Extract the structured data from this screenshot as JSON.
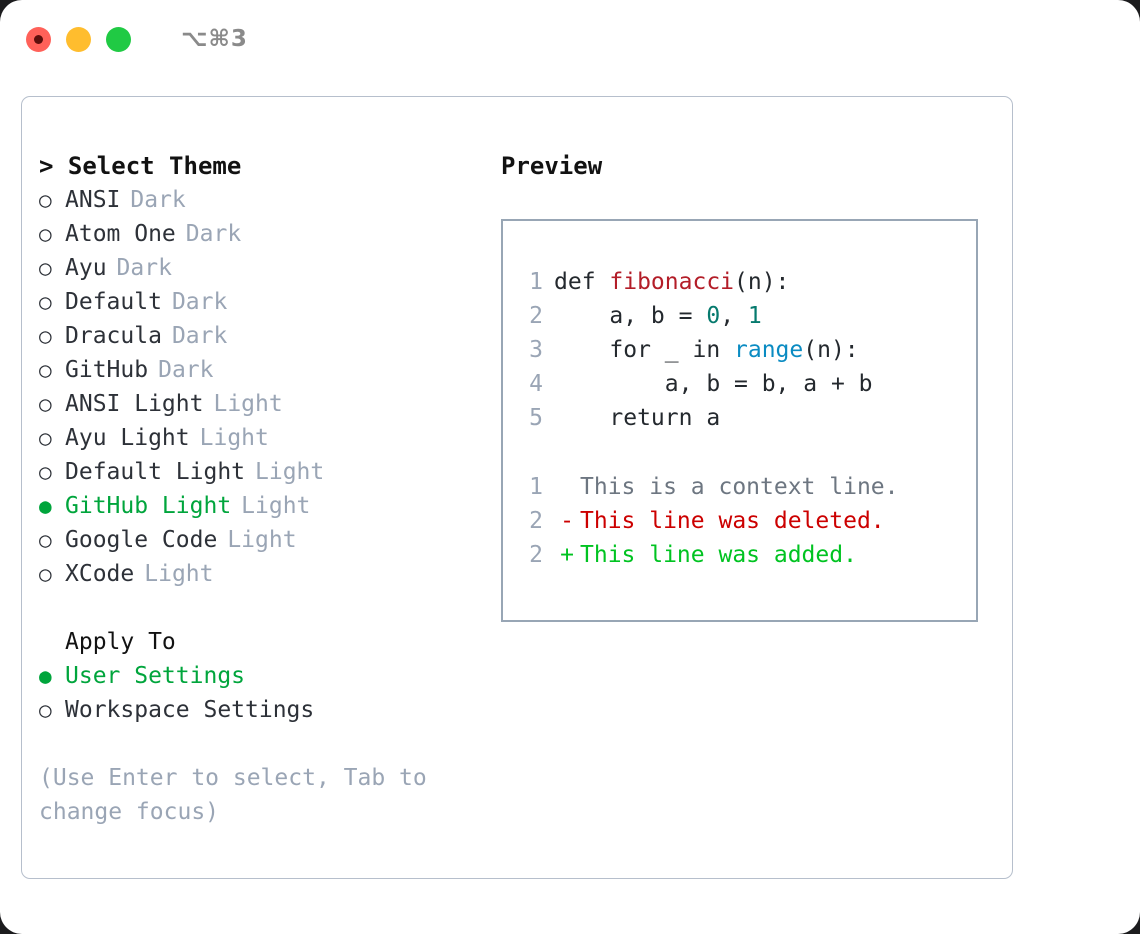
{
  "window": {
    "shortcut": "⌥⌘3",
    "traffic_lights": [
      {
        "name": "close",
        "color": "#ff6159"
      },
      {
        "name": "minimize",
        "color": "#ffbd2e"
      },
      {
        "name": "zoom",
        "color": "#20ca44"
      }
    ]
  },
  "theme_picker": {
    "heading": "> Select Theme",
    "bullet_unselected": "○",
    "bullet_selected": "●",
    "selected_color": "#00a53c",
    "items": [
      {
        "label": "ANSI",
        "kind": "Dark",
        "selected": false
      },
      {
        "label": "Atom One",
        "kind": "Dark",
        "selected": false
      },
      {
        "label": "Ayu",
        "kind": "Dark",
        "selected": false
      },
      {
        "label": "Default",
        "kind": "Dark",
        "selected": false
      },
      {
        "label": "Dracula",
        "kind": "Dark",
        "selected": false
      },
      {
        "label": "GitHub",
        "kind": "Dark",
        "selected": false
      },
      {
        "label": "ANSI Light",
        "kind": "Light",
        "selected": false
      },
      {
        "label": "Ayu Light",
        "kind": "Light",
        "selected": false
      },
      {
        "label": "Default Light",
        "kind": "Light",
        "selected": false
      },
      {
        "label": "GitHub Light",
        "kind": "Light",
        "selected": true
      },
      {
        "label": "Google Code",
        "kind": "Light",
        "selected": false
      },
      {
        "label": "XCode",
        "kind": "Light",
        "selected": false
      }
    ]
  },
  "apply_to": {
    "heading": "Apply To",
    "items": [
      {
        "label": "User Settings",
        "selected": true
      },
      {
        "label": "Workspace Settings",
        "selected": false
      }
    ]
  },
  "hint": "(Use Enter to select, Tab to change focus)",
  "preview": {
    "title": "Preview",
    "code_lines": [
      {
        "number": "1",
        "tokens": [
          {
            "text": "def ",
            "type": "plain"
          },
          {
            "text": "fibonacci",
            "type": "func"
          },
          {
            "text": "(n):",
            "type": "plain"
          }
        ]
      },
      {
        "number": "2",
        "tokens": [
          {
            "text": "    a, b = ",
            "type": "plain"
          },
          {
            "text": "0",
            "type": "num"
          },
          {
            "text": ", ",
            "type": "plain"
          },
          {
            "text": "1",
            "type": "num"
          }
        ]
      },
      {
        "number": "3",
        "tokens": [
          {
            "text": "    for _ in ",
            "type": "plain"
          },
          {
            "text": "range",
            "type": "builtin"
          },
          {
            "text": "(n):",
            "type": "plain"
          }
        ]
      },
      {
        "number": "4",
        "tokens": [
          {
            "text": "        a, b = b, a + b",
            "type": "plain"
          }
        ]
      },
      {
        "number": "5",
        "tokens": [
          {
            "text": "    return a",
            "type": "plain"
          }
        ]
      }
    ],
    "diff_lines": [
      {
        "number": "1",
        "marker": " ",
        "text": "This is a context line.",
        "type": "context"
      },
      {
        "number": "2",
        "marker": "-",
        "text": "This line was deleted.",
        "type": "del"
      },
      {
        "number": "2",
        "marker": "+",
        "text": "This line was added.",
        "type": "add"
      }
    ]
  },
  "colors": {
    "panel_border": "#b6bfcc",
    "preview_border": "#98a6b5",
    "muted_text": "#9aa5b5",
    "body_text": "#2d3138",
    "func_red": "#b31d28",
    "number_teal": "#067a6e",
    "builtin_blue": "#0a8bc2",
    "diff_add": "#00c321",
    "diff_del": "#cc0000",
    "diff_context": "#6d7681"
  }
}
